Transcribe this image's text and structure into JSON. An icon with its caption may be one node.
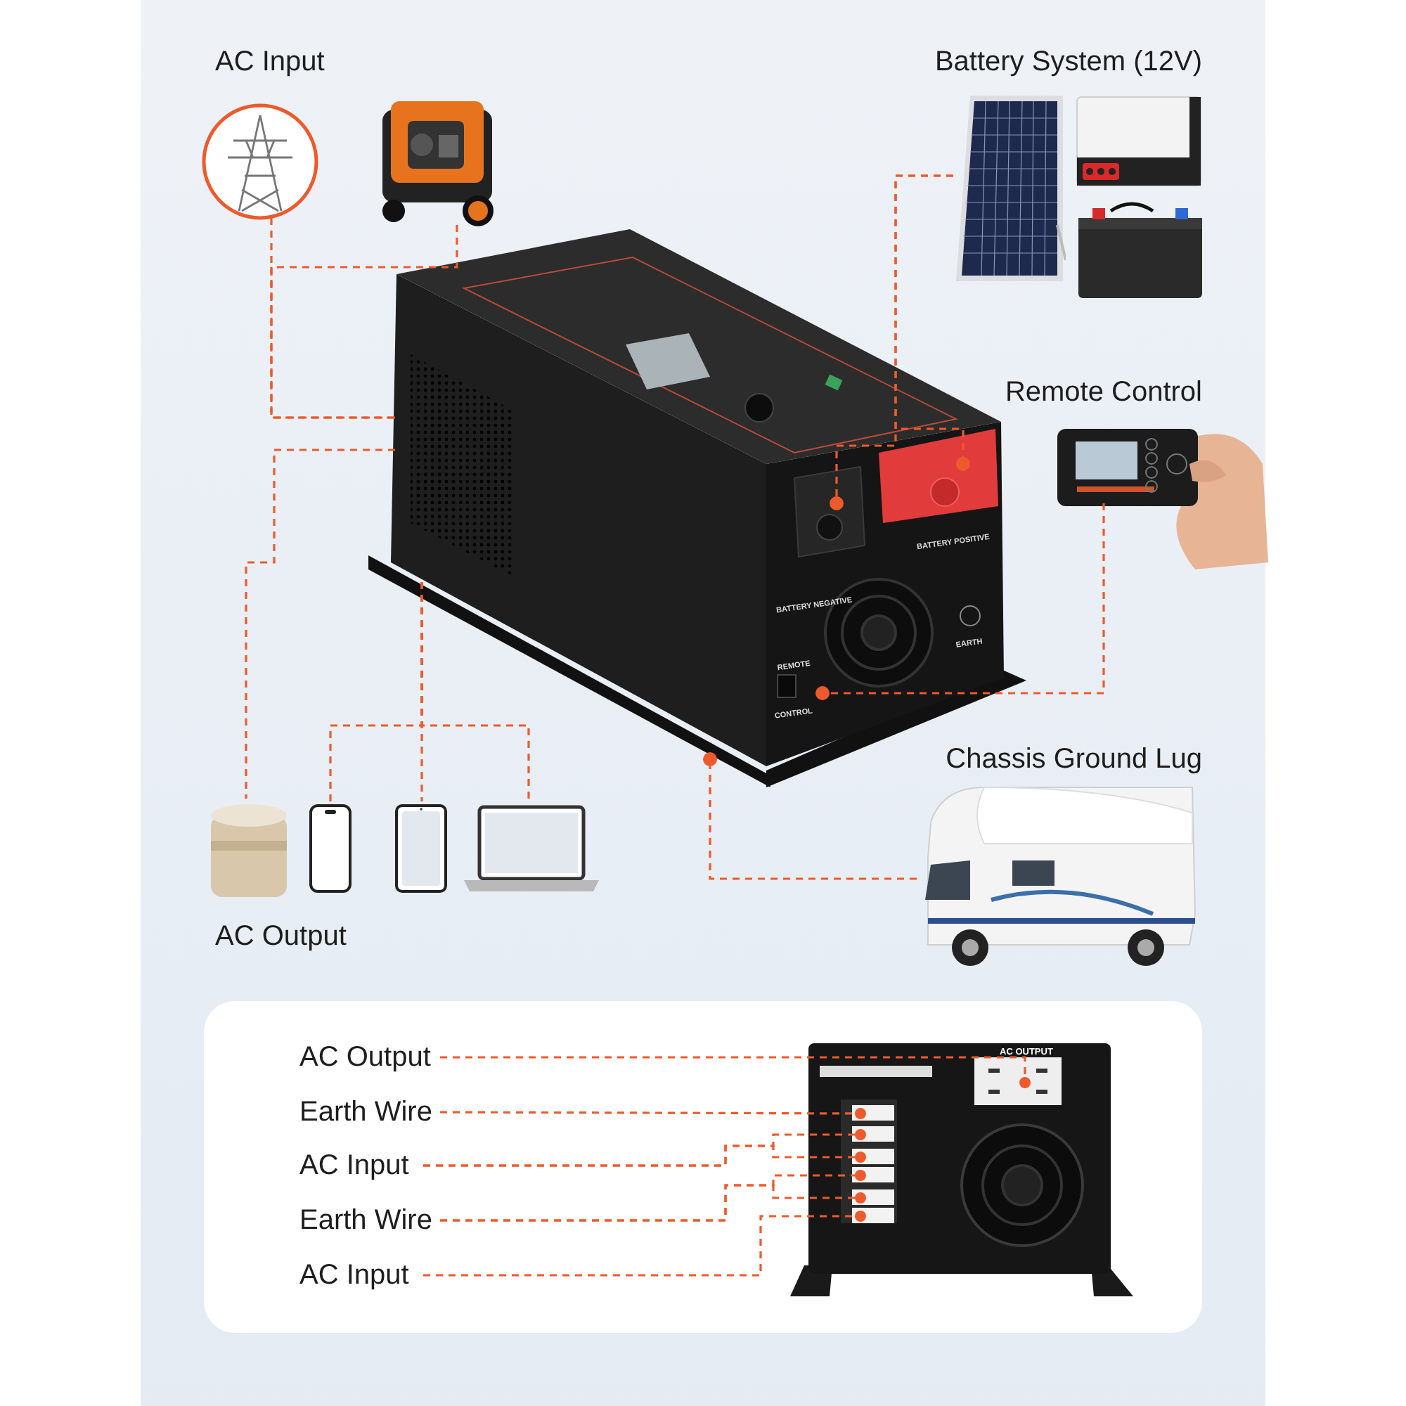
{
  "diagram": {
    "nodes": [
      {
        "text": [],
        "shape": "picture"
      },
      {
        "text": [],
        "shape": "picture"
      },
      {
        "text": [],
        "shape": "picture"
      },
      {
        "text": [],
        "shape": "picture"
      },
      {
        "text": [],
        "shape": "picture"
      },
      {
        "text": [],
        "shape": "picture"
      },
      {
        "text": [],
        "shape": "picture"
      },
      {
        "text": [],
        "shape": "picture"
      },
      {
        "text": [],
        "shape": "picture"
      },
      {
        "text": [],
        "shape": "picture"
      },
      {
        "text": [],
        "shape": "picture"
      },
      {
        "text": [],
        "shape": "picture"
      },
      {
        "text": [],
        "shape": "box"
      },
      {
        "text": [
          "AC Output"
        ],
        "in": 12
      },
      {
        "text": [
          "Earth Wire"
        ],
        "in": 12
      },
      {
        "text": [
          "AC Input"
        ],
        "in": 12
      },
      {
        "text": [
          "Earth Wire"
        ],
        "in": 12
      },
      {
        "text": [
          "AC Input"
        ],
        "in": 12
      },
      {
        "text": [],
        "shape": "picture",
        "in": 12
      }
    ],
    "edges": [
      {
        "from": 0,
        "to": 5,
        "arrow": "none",
        "style": "dashed"
      },
      {
        "from": 1,
        "to": 5,
        "arrow": "none",
        "style": "dashed"
      },
      {
        "from": 2,
        "to": 5,
        "arrow": "none",
        "style": "dashed"
      },
      {
        "from": 2,
        "to": 5,
        "arrow": "none",
        "style": "dashed"
      },
      {
        "from": 6,
        "to": 5,
        "arrow": "none",
        "style": "dashed"
      },
      {
        "from": 5,
        "to": 7,
        "arrow": "none",
        "style": "dashed"
      },
      {
        "from": 5,
        "to": 8,
        "arrow": "none",
        "style": "dashed"
      },
      {
        "from": 5,
        "to": 9,
        "arrow": "none",
        "style": "dashed"
      },
      {
        "from": 5,
        "to": 10,
        "arrow": "none",
        "style": "dashed"
      },
      {
        "from": 11,
        "to": 5,
        "arrow": "none",
        "style": "dashed"
      },
      {
        "from": 13,
        "to": 18,
        "arrow": "none",
        "style": "dashed"
      },
      {
        "from": 14,
        "to": 18,
        "arrow": "none",
        "style": "dashed"
      },
      {
        "from": 15,
        "to": 18,
        "arrow": "none",
        "style": "dashed"
      },
      {
        "from": 15,
        "to": 18,
        "arrow": "none",
        "style": "dashed"
      },
      {
        "from": 16,
        "to": 18,
        "arrow": "none",
        "style": "dashed"
      },
      {
        "from": 16,
        "to": 18,
        "arrow": "none",
        "style": "dashed"
      },
      {
        "from": 17,
        "to": 18,
        "arrow": "none",
        "style": "dashed"
      }
    ],
    "labels": [
      "AC Input",
      "Battery System (12V)",
      "Remote Control",
      "BATTERY POSITIVE",
      "BATTERY NEGATIVE",
      "REMOTE",
      "EARTH",
      "CONTROL",
      "Chassis Ground Lug",
      "AC Output",
      "AC OUTPUT"
    ]
  }
}
